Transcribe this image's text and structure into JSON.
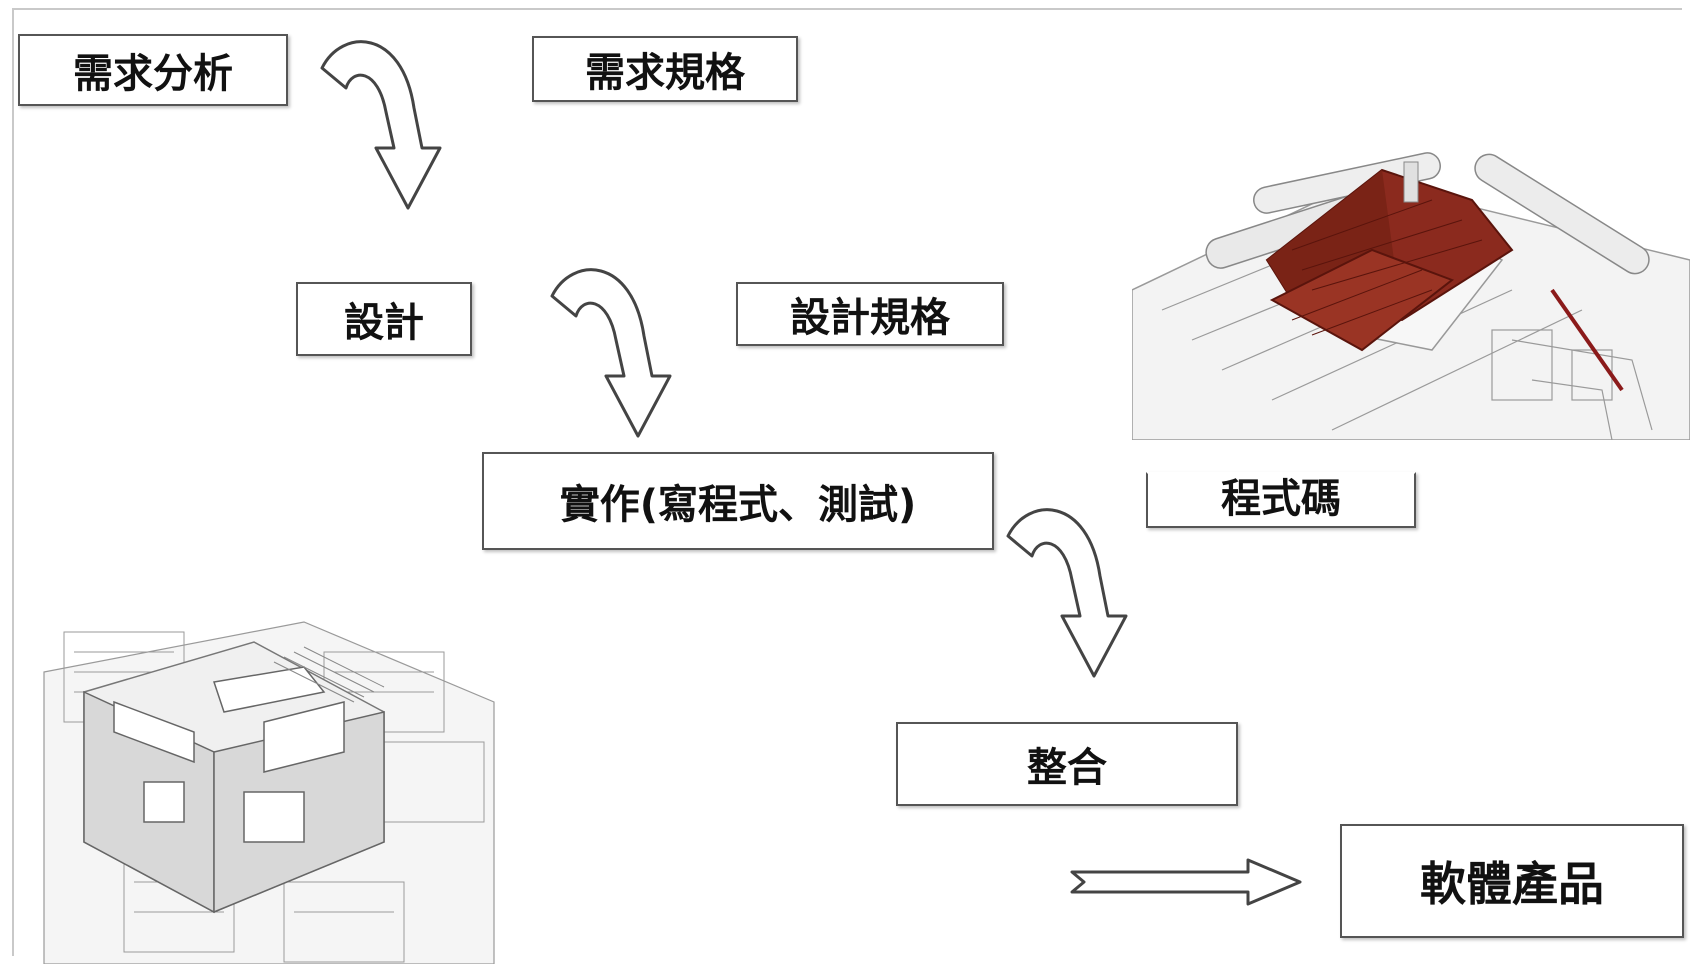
{
  "diagram": {
    "steps": {
      "requirement_analysis": "需求分析",
      "requirement_spec": "需求規格",
      "design": "設計",
      "design_spec": "設計規格",
      "implementation": "實作(寫程式、測試)",
      "source_code": "程式碼",
      "integration": "整合",
      "software_product": "軟體產品"
    },
    "illustrations": {
      "top_right": "house-with-roof-on-blueprints-illustration",
      "bottom_left": "cutaway-house-on-floorplans-illustration"
    },
    "colors": {
      "box_border": "#555555",
      "arrow_stroke": "#444444",
      "roof": "#8b2a1e",
      "blueprint_line": "#9a9a9a"
    }
  }
}
